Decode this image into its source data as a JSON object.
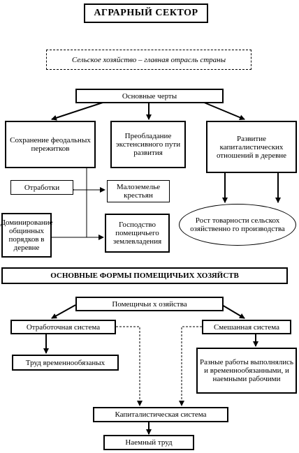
{
  "title": "АГРАРНЫЙ СЕКТОР",
  "subtitle": "Сельское хозяйство – главная отрасль страны",
  "main_features": "Основные черты",
  "feature_1": "Сохранение феодальных пережитков",
  "feature_2": "Преобладание экстенсивного пути развития",
  "feature_3": "Развитие капиталистических отношений в деревне",
  "otrabotki": "Отработки",
  "malozemelye": "Малоземелье крестьян",
  "dominirovanie": "Доминирование общинных порядков в деревне",
  "gospodstvo": "Господство помещичьего землевладения",
  "rost": "Рост товарности сельскох озяйственно го производства",
  "forms_title": "ОСНОВНЫЕ ФОРМЫ ПОМЕЩИЧЬИХ ХОЗЯЙСТВ",
  "pomeshchichi": "Помещичьи х озяйства",
  "otrabotochnaya": "Отработочная система",
  "smeshannaya": "Смешанная система",
  "trud_vremenno": "Труд временнообязаных",
  "raznye_raboty": "Разные работы выполнялись и временнообязанными, и наемными рабочими",
  "kapitalisticheskaya": "Капиталистическая система",
  "naemny_trud": "Наемный труд"
}
